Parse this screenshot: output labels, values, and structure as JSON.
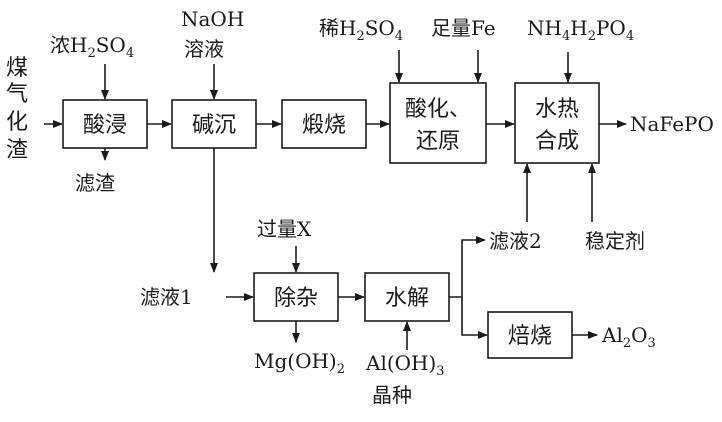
{
  "raw_material": [
    "煤",
    "气",
    "化",
    "渣"
  ],
  "reagents": {
    "conc_h2so4": {
      "pre": "浓H",
      "s1": "2",
      "mid": "SO",
      "s2": "4"
    },
    "naoh_line1": "NaOH",
    "naoh_line2": "溶液",
    "dilute_h2so4": {
      "pre": "稀H",
      "s1": "2",
      "mid": "SO",
      "s2": "4"
    },
    "excess_fe": "足量Fe",
    "nh4h2po4": {
      "a": "NH",
      "s1": "4",
      "b": "H",
      "s2": "2",
      "c": "PO",
      "s3": "4"
    },
    "excess_x": "过量X",
    "seed_line1": {
      "a": "Al(OH)",
      "s1": "3"
    },
    "seed_line2": "晶种",
    "stabilizer": "稳定剂"
  },
  "steps": {
    "acid_leach": "酸浸",
    "alkali_precip": "碱沉",
    "calcine": "煅烧",
    "acidify_reduce_line1": "酸化、",
    "acidify_reduce_line2": "还原",
    "hydrothermal_line1": "水热",
    "hydrothermal_line2": "合成",
    "impurity_removal": "除杂",
    "hydrolysis": "水解",
    "roast": "焙烧"
  },
  "products": {
    "residue": "滤渣",
    "filtrate1": "滤液1",
    "filtrate2": "滤液2",
    "nafepo4": "NaFePO",
    "mgoh2": {
      "a": "Mg(OH)",
      "s1": "2"
    },
    "al2o3": {
      "a": "Al",
      "s1": "2",
      "b": "O",
      "s2": "3"
    }
  }
}
